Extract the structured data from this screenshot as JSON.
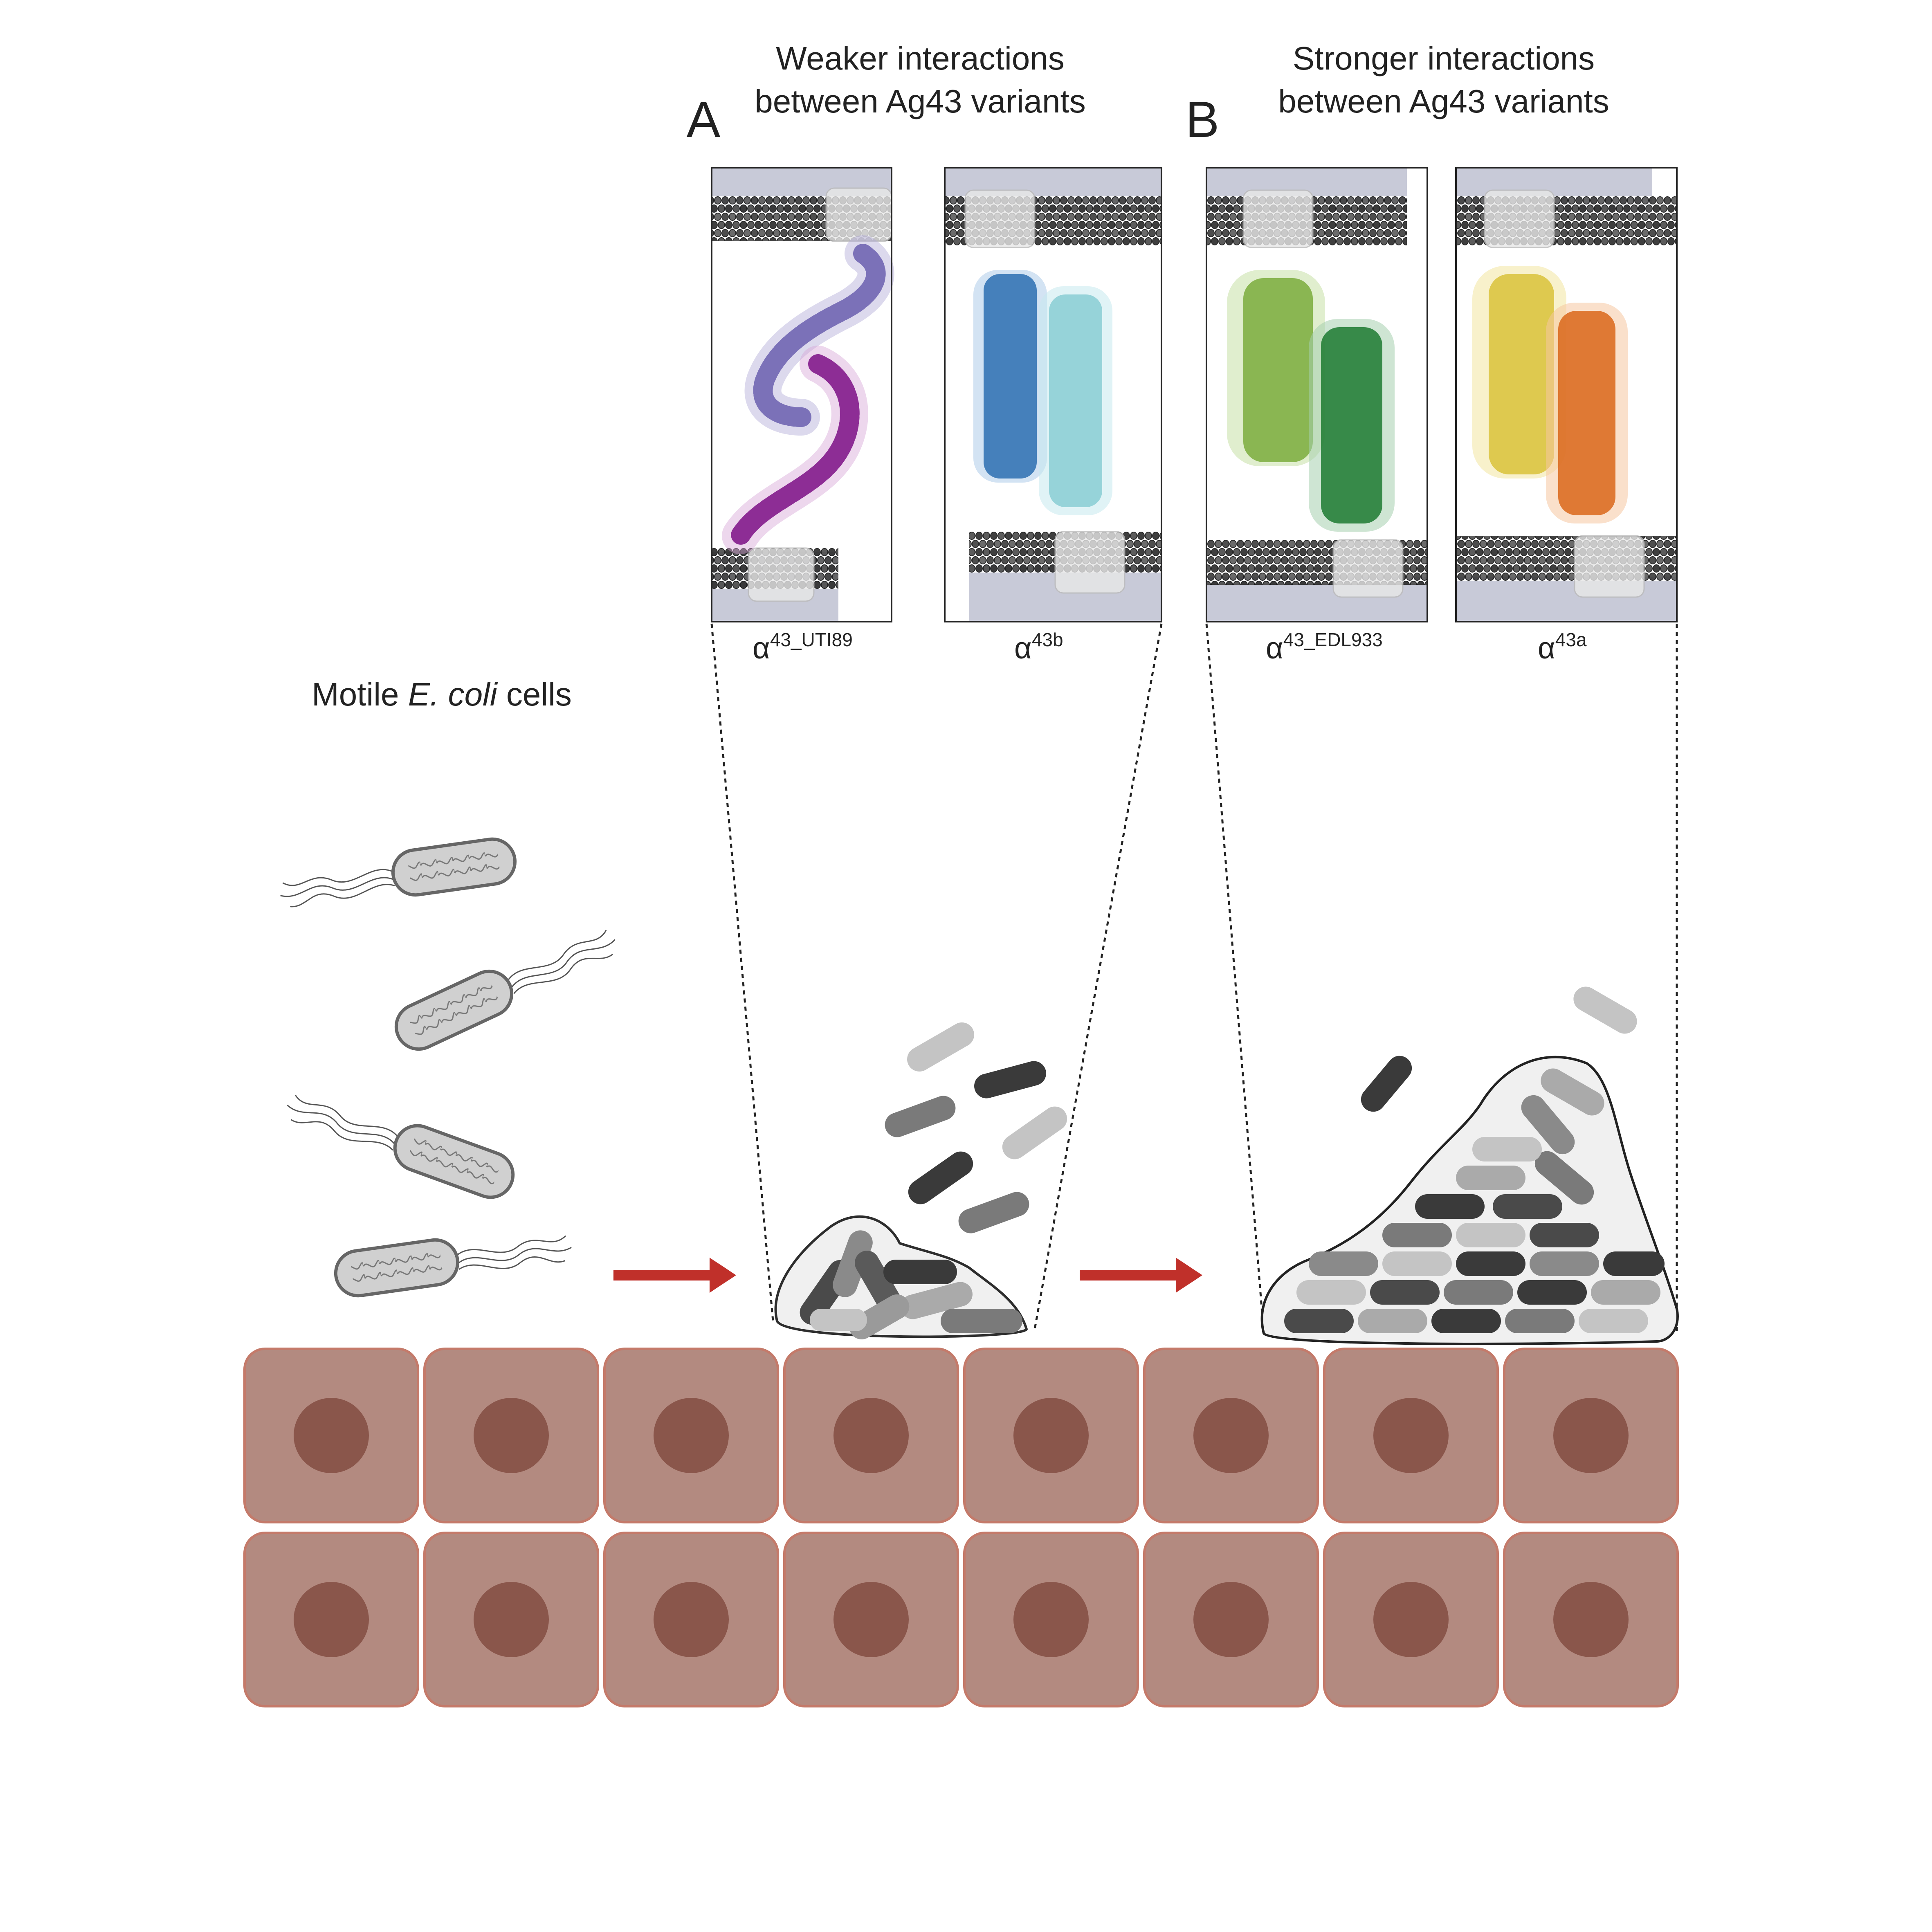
{
  "panel_a": {
    "letter": "A",
    "caption_line1": "Weaker interactions",
    "caption_line2": "between Ag43 variants",
    "structures": [
      {
        "greek": "α",
        "superscript": "43_UTI89",
        "colors": [
          "#7b71b8",
          "#8d2d95"
        ]
      },
      {
        "greek": "α",
        "superscript": "43b",
        "colors": [
          "#2c6fb0",
          "#8ecfd6"
        ]
      }
    ]
  },
  "panel_b": {
    "letter": "B",
    "caption_line1": "Stronger interactions",
    "caption_line2": "between Ag43 variants",
    "structures": [
      {
        "greek": "α",
        "superscript": "43_EDL933",
        "colors": [
          "#7aab3c",
          "#1c7a30"
        ]
      },
      {
        "greek": "α",
        "superscript": "43a",
        "colors": [
          "#d9c23a",
          "#d9661a"
        ]
      }
    ]
  },
  "motile_label": {
    "prefix": "Motile ",
    "italic": "E. coli",
    "suffix": " cells"
  },
  "colors": {
    "cell_fill": "#b38a80",
    "cell_border": "#c47a6a",
    "nucleus": "#8a564b",
    "arrow": "#c0302a",
    "membrane_band": "#c8cad8",
    "bacteria_dark": "#4a4a4a",
    "bacteria_mid": "#8a8a8a",
    "bacteria_light": "#c4c4c4"
  },
  "icons": {
    "motile_bacterium": "flagellated-bacterium-icon",
    "arrow": "right-arrow-icon",
    "epithelium": "epithelial-cell-icon"
  }
}
